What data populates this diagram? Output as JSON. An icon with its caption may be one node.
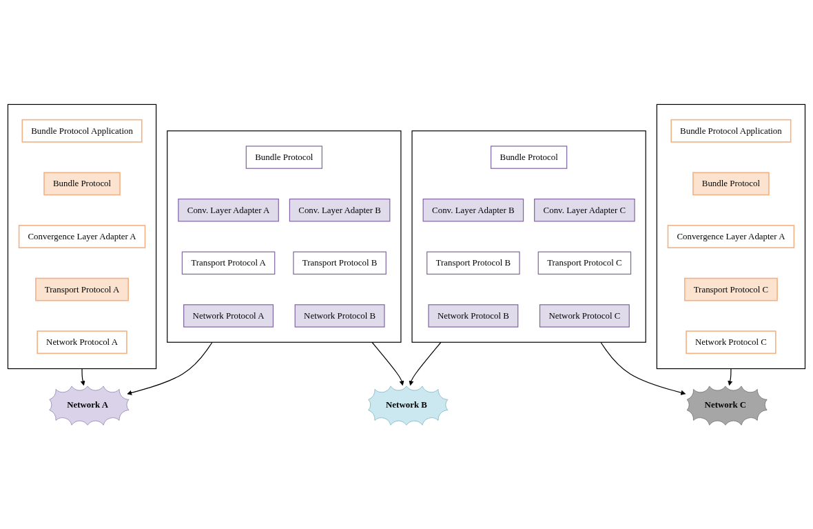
{
  "diagram": {
    "nodes": [
      {
        "text": [],
        "shape": "box"
      },
      {
        "text": [
          "Bundle Protocol Application"
        ],
        "in": 0
      },
      {
        "text": [
          "Bundle Protocol"
        ],
        "in": 0
      },
      {
        "text": [
          "Convergence Layer Adapter A"
        ],
        "in": 0
      },
      {
        "text": [
          "Transport Protocol A"
        ],
        "in": 0
      },
      {
        "text": [
          "Network Protocol A"
        ],
        "in": 0
      },
      {
        "text": [],
        "shape": "box"
      },
      {
        "text": [
          "Bundle Protocol"
        ],
        "in": 6
      },
      {
        "text": [
          "Conv. Layer Adapter A"
        ],
        "in": 6
      },
      {
        "text": [
          "Conv. Layer Adapter B"
        ],
        "in": 6
      },
      {
        "text": [
          "Transport Protocol A"
        ],
        "in": 6
      },
      {
        "text": [
          "Transport Protocol B"
        ],
        "in": 6
      },
      {
        "text": [
          "Network Protocol A"
        ],
        "in": 6
      },
      {
        "text": [
          "Network Protocol B"
        ],
        "in": 6
      },
      {
        "text": [],
        "shape": "box"
      },
      {
        "text": [
          "Bundle Protocol"
        ],
        "in": 14
      },
      {
        "text": [
          "Conv. Layer Adapter B"
        ],
        "in": 14
      },
      {
        "text": [
          "Conv. Layer Adapter C"
        ],
        "in": 14
      },
      {
        "text": [
          "Transport Protocol B"
        ],
        "in": 14
      },
      {
        "text": [
          "Transport Protocol C"
        ],
        "in": 14
      },
      {
        "text": [
          "Network Protocol B"
        ],
        "in": 14
      },
      {
        "text": [
          "Network Protocol C"
        ],
        "in": 14
      },
      {
        "text": [],
        "shape": "box"
      },
      {
        "text": [
          "Bundle Protocol Application"
        ],
        "in": 22
      },
      {
        "text": [
          "Bundle Protocol"
        ],
        "in": 22
      },
      {
        "text": [
          "Convergence Layer Adapter A"
        ],
        "in": 22
      },
      {
        "text": [
          "Transport Protocol C"
        ],
        "in": 22
      },
      {
        "text": [
          "Network Protocol C"
        ],
        "in": 22
      },
      {
        "text": [
          "Network A"
        ]
      },
      {
        "text": [
          "Network B"
        ]
      },
      {
        "text": [
          "Network C"
        ]
      }
    ],
    "edges": [
      {
        "from": 0,
        "to": 28,
        "arrow": "to"
      },
      {
        "from": 6,
        "to": 28,
        "arrow": "to"
      },
      {
        "from": 6,
        "to": 29,
        "arrow": "to"
      },
      {
        "from": 14,
        "to": 29,
        "arrow": "to"
      },
      {
        "from": 14,
        "to": 30,
        "arrow": "to"
      },
      {
        "from": 22,
        "to": 30,
        "arrow": "to"
      }
    ]
  }
}
